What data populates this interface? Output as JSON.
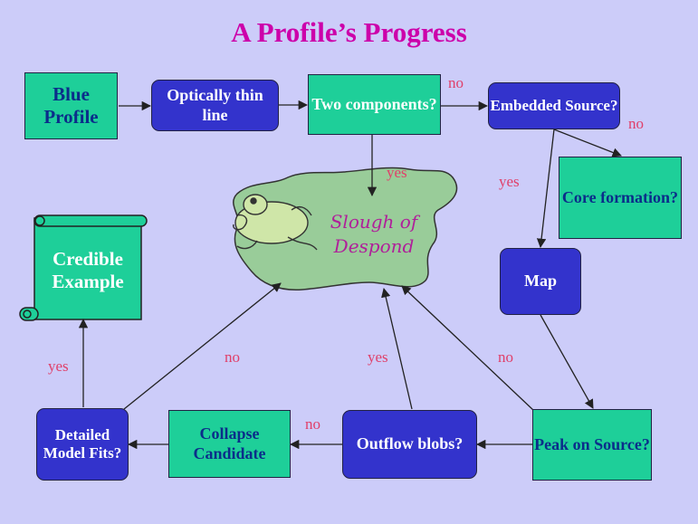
{
  "title": "A Profile’s Progress",
  "nodes": {
    "blue_profile": "Blue Profile",
    "optically_thin": "Optically thin line",
    "two_components": "Two components?",
    "embedded_source": "Embedded Source?",
    "core_formation": "Core formation?",
    "map": "Map",
    "peak_on_source": "Peak on Source?",
    "outflow_blobs": "Outflow blobs?",
    "collapse_candidate": "Collapse Candidate",
    "detailed_model_fits": "Detailed Model Fits?",
    "credible_example": "Credible Example"
  },
  "slough": {
    "line1": "Slough of",
    "line2": "Despond"
  },
  "edge_labels": {
    "two_no": "no",
    "embedded_no": "no",
    "two_yes": "yes",
    "embedded_yes": "yes",
    "detailed_yes": "yes",
    "detailed_no": "no",
    "outflow_yes": "yes",
    "peak_no": "no",
    "outflow_no": "no"
  },
  "colors": {
    "background": "#ccccf9",
    "title": "#cc00aa",
    "green_box": "#1ecf99",
    "blue_box": "#3333cc",
    "label": "#e0406a",
    "slough": "#99cc99"
  }
}
